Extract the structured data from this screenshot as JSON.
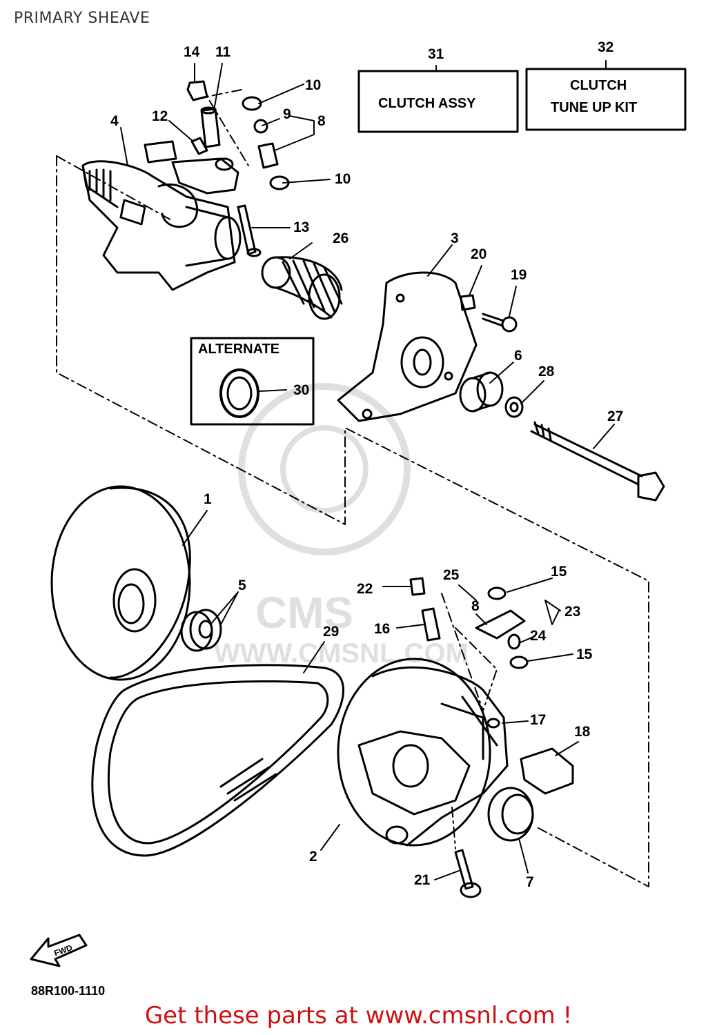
{
  "page_title": "PRIMARY SHEAVE",
  "boxes": {
    "clutch_assy": {
      "number": "31",
      "label": "CLUTCH ASSY"
    },
    "tune_up_kit": {
      "number": "32",
      "line1": "CLUTCH",
      "line2": "TUNE UP KIT"
    },
    "alternate": {
      "label": "ALTERNATE"
    }
  },
  "callouts": {
    "c1": "1",
    "c2": "2",
    "c3": "3",
    "c4": "4",
    "c5": "5",
    "c6": "6",
    "c7": "7",
    "c8": "8",
    "c8b": "8",
    "c9": "9",
    "c10a": "10",
    "c10b": "10",
    "c11": "11",
    "c12": "12",
    "c13": "13",
    "c14": "14",
    "c15a": "15",
    "c15b": "15",
    "c16": "16",
    "c17": "17",
    "c18": "18",
    "c19": "19",
    "c20": "20",
    "c21": "21",
    "c22": "22",
    "c23": "23",
    "c24": "24",
    "c25": "25",
    "c26": "26",
    "c27": "27",
    "c28": "28",
    "c29": "29",
    "c30": "30"
  },
  "fwd_label": "FWD",
  "drawing_code": "88R100-1110",
  "watermark_text": "WWW.CMSNL.COM",
  "footer_link": "Get these parts at www.cmsnl.com !"
}
